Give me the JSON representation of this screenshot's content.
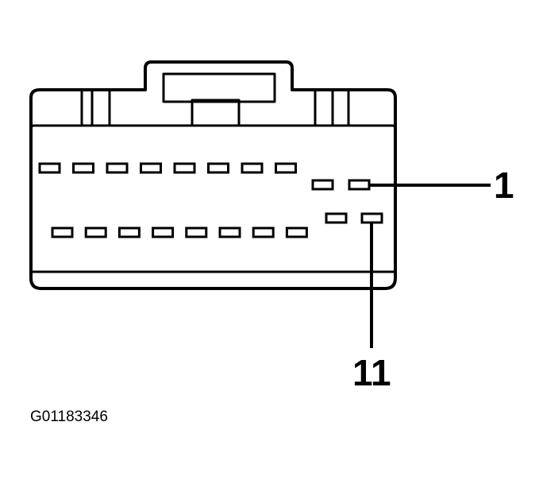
{
  "diagram": {
    "callouts": {
      "pin_1": "1",
      "pin_11": "11"
    },
    "figure_id": "G01183346",
    "ink_color": "#000000",
    "paper_color": "#ffffff",
    "connector": {
      "top_row_cavities": 10,
      "bottom_row_cavities": 10
    }
  }
}
